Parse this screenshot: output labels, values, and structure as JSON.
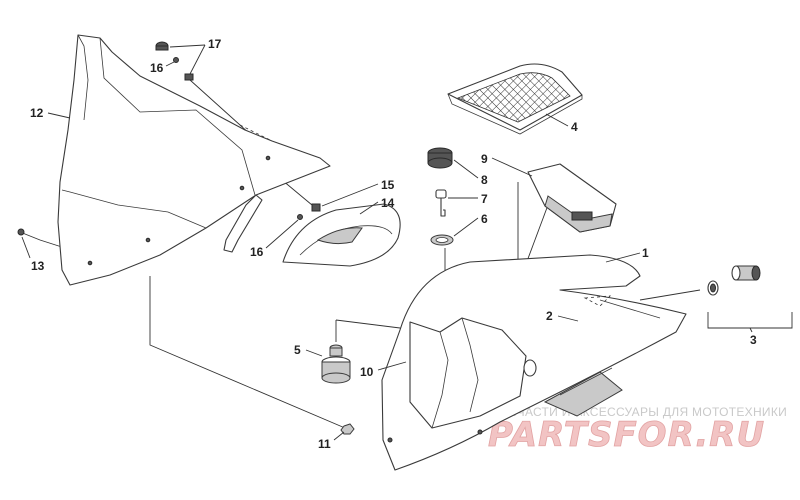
{
  "labels": [
    "17",
    "16",
    "12",
    "13",
    "16",
    "15",
    "14",
    "8",
    "7",
    "6",
    "9",
    "4",
    "1",
    "2",
    "3",
    "5",
    "10",
    "11"
  ],
  "watermark": {
    "tagline": "ЗАПЧАСТИ И АКСЕССУАРЫ ДЛЯ МОТОТЕХНИКИ",
    "logo": "PARTSFOR.RU"
  },
  "colors": {
    "line": "#3a3a3a",
    "watermark_logo": "#f2c4c4",
    "watermark_tagline": "#c9c9c9"
  }
}
